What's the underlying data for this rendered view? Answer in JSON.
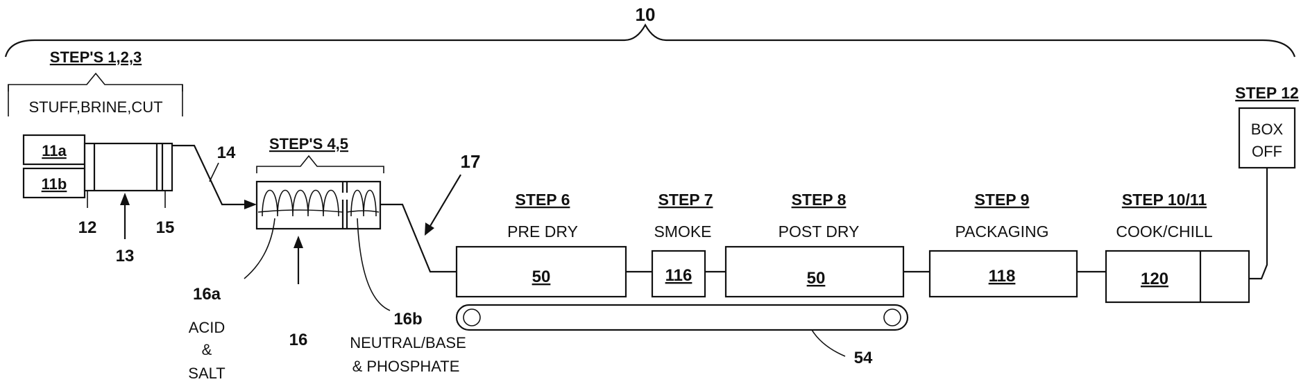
{
  "figure_ref": "10",
  "stuffer": {
    "group_title": "STEP'S 1,2,3",
    "group_caption": "STUFF,BRINE,CUT",
    "feed_a": "11a",
    "feed_b": "11b",
    "ref_12": "12",
    "ref_13": "13",
    "ref_15": "15",
    "ref_14": "14"
  },
  "tank": {
    "group_title": "STEP'S 4,5",
    "ref_16": "16",
    "ref_17": "17",
    "section_a_ref": "16a",
    "section_a_desc": [
      "ACID",
      "&",
      "SALT"
    ],
    "section_b_ref": "16b",
    "section_b_desc": [
      "NEUTRAL/BASE",
      "& PHOSPHATE"
    ]
  },
  "stations": [
    {
      "step": "STEP 6",
      "label": "PRE DRY",
      "ref": "50"
    },
    {
      "step": "STEP 7",
      "label": "SMOKE",
      "ref": "116"
    },
    {
      "step": "STEP 8",
      "label": "POST DRY",
      "ref": "50"
    },
    {
      "step": "STEP 9",
      "label": "PACKAGING",
      "ref": "118"
    },
    {
      "step": "STEP 10/11",
      "label": "COOK/CHILL",
      "ref": "120"
    }
  ],
  "box_off": {
    "step": "STEP 12",
    "line1": "BOX",
    "line2": "OFF"
  },
  "conveyor": {
    "ref": "54"
  },
  "colors": {
    "ink": "#111111",
    "background": "#ffffff"
  }
}
